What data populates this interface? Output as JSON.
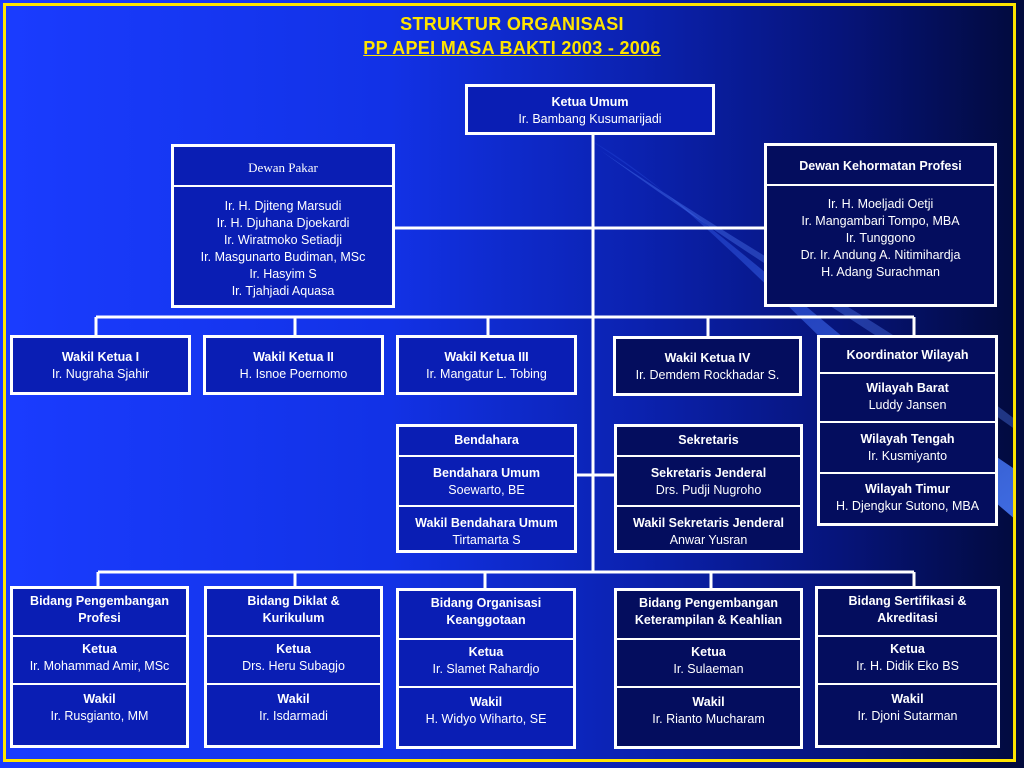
{
  "title": {
    "line1": "STRUKTUR  ORGANISASI",
    "line2": "PP  APEI  MASA  BAKTI  2003 - 2006"
  },
  "ketua_umum": {
    "title": "Ketua Umum",
    "name": "Ir. Bambang Kusumarijadi"
  },
  "dewan_pakar": {
    "title": "Dewan Pakar",
    "members": [
      "Ir. H. Djiteng Marsudi",
      "Ir. H. Djuhana Djoekardi",
      "Ir. Wiratmoko Setiadji",
      "Ir. Masgunarto Budiman, MSc",
      "Ir. Hasyim S",
      "Ir. Tjahjadi Aquasa"
    ]
  },
  "dewan_kehormatan": {
    "title": "Dewan Kehormatan Profesi",
    "members": [
      "Ir. H. Moeljadi Oetji",
      "Ir. Mangambari Tompo, MBA",
      "Ir. Tunggono",
      "Dr. Ir. Andung A. Nitimihardja",
      "H. Adang Surachman"
    ]
  },
  "wakil_ketua": [
    {
      "title": "Wakil Ketua I",
      "name": "Ir. Nugraha Sjahir"
    },
    {
      "title": "Wakil Ketua II",
      "name": "H. Isnoe Poernomo"
    },
    {
      "title": "Wakil Ketua III",
      "name": "Ir. Mangatur L. Tobing"
    },
    {
      "title": "Wakil Ketua IV",
      "name": "Ir. Demdem Rockhadar S."
    }
  ],
  "koordinator_wilayah": {
    "title": "Koordinator Wilayah",
    "regions": [
      {
        "title": "Wilayah Barat",
        "name": "Luddy Jansen"
      },
      {
        "title": "Wilayah Tengah",
        "name": "Ir. Kusmiyanto"
      },
      {
        "title": "Wilayah Timur",
        "name": "H. Djengkur Sutono, MBA"
      }
    ]
  },
  "bendahara": {
    "title": "Bendahara",
    "roles": [
      {
        "title": "Bendahara Umum",
        "name": "Soewarto, BE"
      },
      {
        "title": "Wakil Bendahara Umum",
        "name": "Tirtamarta S"
      }
    ]
  },
  "sekretaris": {
    "title": "Sekretaris",
    "roles": [
      {
        "title": "Sekretaris Jenderal",
        "name": "Drs. Pudji Nugroho"
      },
      {
        "title": "Wakil Sekretaris Jenderal",
        "name": "Anwar Yusran"
      }
    ]
  },
  "bidang": [
    {
      "title": "Bidang Pengembangan Profesi",
      "ketua_label": "Ketua",
      "ketua": "Ir. Mohammad Amir, MSc",
      "wakil_label": "Wakil",
      "wakil": "Ir. Rusgianto, MM"
    },
    {
      "title": "Bidang Diklat & Kurikulum",
      "ketua_label": "Ketua",
      "ketua": "Drs. Heru Subagjo",
      "wakil_label": "Wakil",
      "wakil": "Ir. Isdarmadi"
    },
    {
      "title": "Bidang Organisasi Keanggotaan",
      "ketua_label": "Ketua",
      "ketua": "Ir. Slamet Rahardjo",
      "wakil_label": "Wakil",
      "wakil": "H. Widyo Wiharto, SE"
    },
    {
      "title": "Bidang Pengembangan Keterampilan & Keahlian",
      "ketua_label": "Ketua",
      "ketua": "Ir. Sulaeman",
      "wakil_label": "Wakil",
      "wakil": "Ir. Rianto Mucharam"
    },
    {
      "title": "Bidang Sertifikasi & Akreditasi",
      "ketua_label": "Ketua",
      "ketua": "Ir. H. Didik Eko BS",
      "wakil_label": "Wakil",
      "wakil": "Ir. Djoni Sutarman"
    }
  ],
  "colors": {
    "frame": "#ffe400",
    "title": "#ffe400",
    "background_left": "#1a3cff",
    "background_right": "#020a3c",
    "box_border": "#ffffff"
  }
}
